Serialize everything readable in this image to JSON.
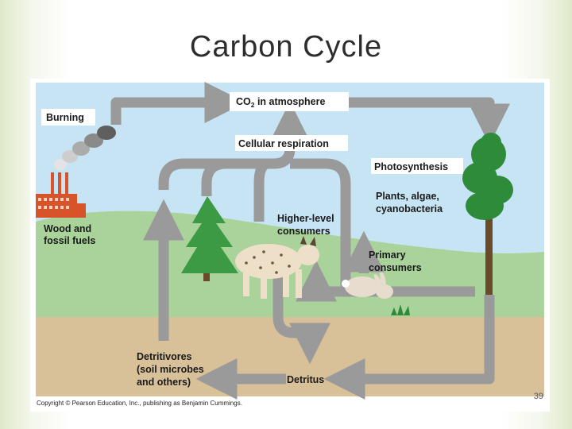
{
  "slide": {
    "title": "Carbon Cycle",
    "page_number": "39"
  },
  "diagram": {
    "labels": {
      "co2_prefix": "CO",
      "co2_sub": "2",
      "co2_suffix": " in atmosphere",
      "burning": "Burning",
      "cellular_respiration": "Cellular respiration",
      "photosynthesis": "Photosynthesis",
      "plants_line1": "Plants, algae,",
      "plants_line2": "cyanobacteria",
      "wood_line1": "Wood and",
      "wood_line2": "fossil fuels",
      "higher_line1": "Higher-level",
      "higher_line2": "consumers",
      "primary_line1": "Primary",
      "primary_line2": "consumers",
      "detritivores_line1": "Detritivores",
      "detritivores_line2": "(soil microbes",
      "detritivores_line3": "and others)",
      "detritus": "Detritus"
    },
    "copyright": "Copyright © Pearson Education, Inc., publishing as Benjamin Cummings.",
    "colors": {
      "sky": "#c7e4f4",
      "hill": "#a9d39a",
      "ground": "#d8c098",
      "arrow": "#9a9a9a",
      "label_box": "#ffffff",
      "tree": "#2e8b3a",
      "factory": "#d9532a"
    }
  }
}
